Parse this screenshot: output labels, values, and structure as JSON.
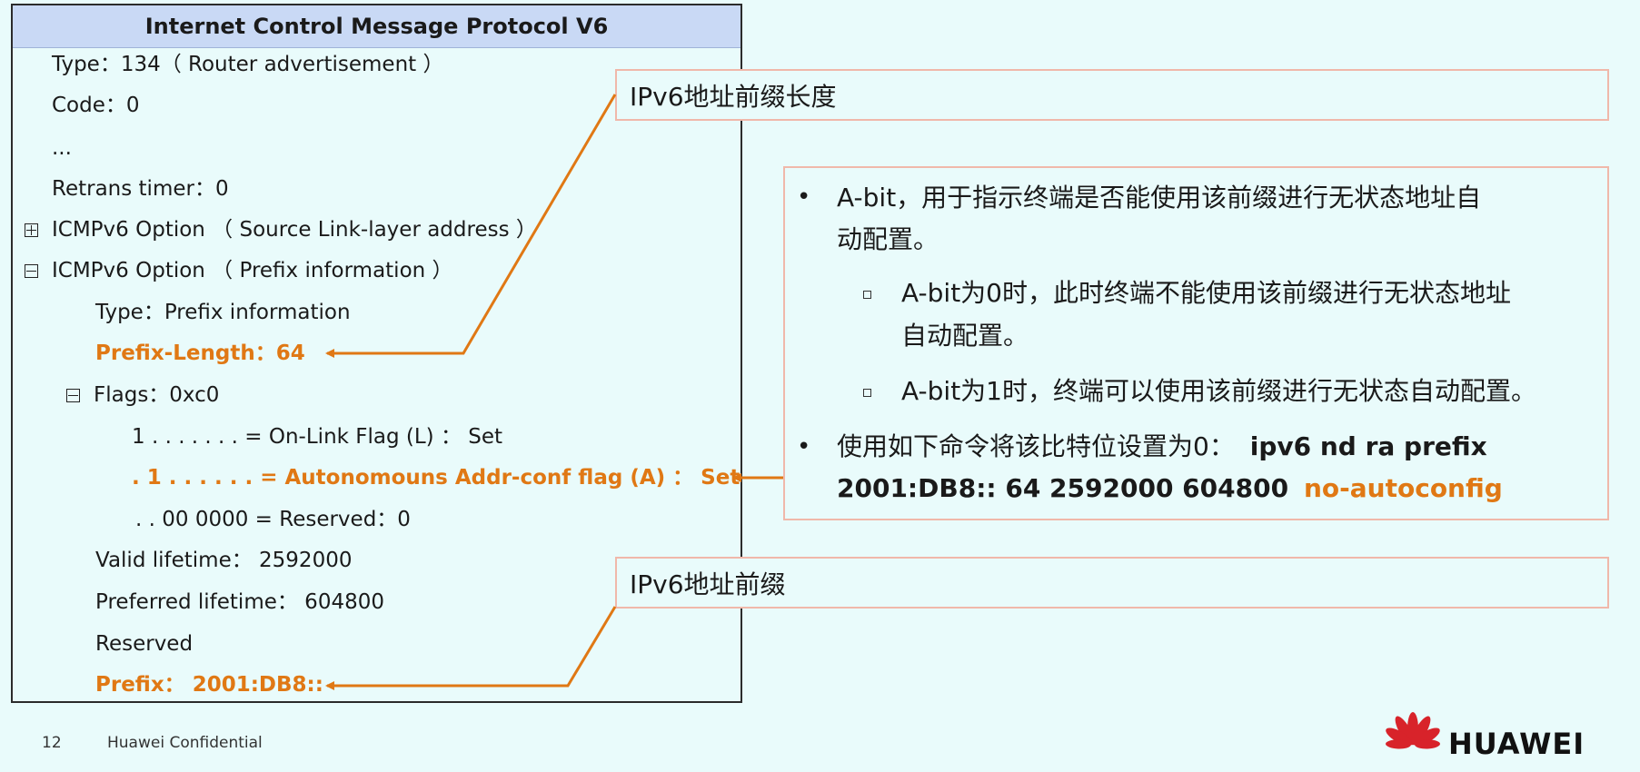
{
  "packet": {
    "header": "Internet Control Message Protocol V6",
    "lines": {
      "type": "Type：134（ Router advertisement ）",
      "code": "Code：0",
      "ellipsis": "...",
      "retrans": "Retrans timer：0",
      "opt_source": "ICMPv6 Option （ Source Link-layer address ）",
      "opt_prefix": "ICMPv6 Option （ Prefix information ）",
      "pi_type": "Type：Prefix information",
      "prefix_length": "Prefix-Length：64",
      "flags": "Flags：0xc0",
      "onlink": "1 . . .   . . . .   = On-Link Flag (L) ：  Set",
      "autonomous": ". 1 . .   . . . .   = Autonomouns Addr-conf flag (A) ：  Set",
      "reserved_bits": ". . 00 0000 = Reserved：0",
      "valid_lifetime": "Valid lifetime：  2592000",
      "preferred_lifetime": "Preferred lifetime：  604800",
      "reserved": "Reserved",
      "prefix": "Prefix：  2001:DB8::"
    }
  },
  "callouts": {
    "prefix_length_label": "IPv6地址前缀长度",
    "prefix_label": "IPv6地址前缀"
  },
  "info": {
    "bullet1_line1": "A-bit，用于指示终端是否能使用该前缀进行无状态地址自",
    "bullet1_line2": "动配置。",
    "sub1_line1": "A-bit为0时，此时终端不能使用该前缀进行无状态地址",
    "sub1_line2": "自动配置。",
    "sub2": "A-bit为1时，终端可以使用该前缀进行无状态自动配置。",
    "bullet2_prefix": "使用如下命令将该比特位设置为0：",
    "cmd_part1": "ipv6 nd ra prefix",
    "cmd_part2": "2001:DB8:: 64 2592000 604800",
    "cmd_highlight": "no-autoconfig",
    "bullet_glyph": "•"
  },
  "footer": {
    "page_number": "12",
    "confidential": "Huawei Confidential",
    "logo": "HUAWEI"
  },
  "colors": {
    "accent_orange": "#e07814",
    "header_blue": "#c9d9f5",
    "callout_border": "#f0b8aa",
    "background": "#e9fbfb"
  }
}
